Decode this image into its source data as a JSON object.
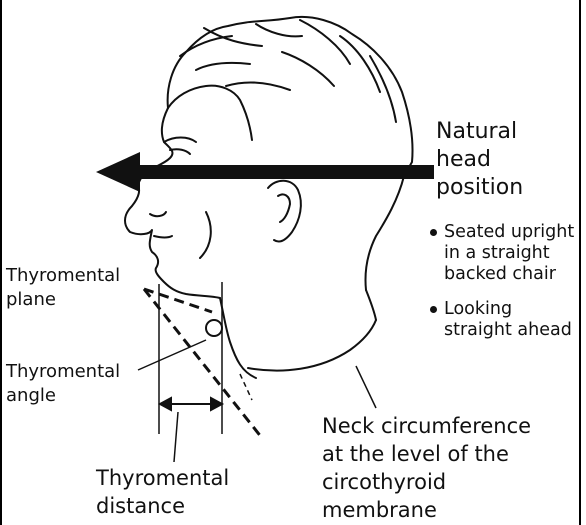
{
  "diagram": {
    "natural_head_position": [
      "Natural",
      "head",
      "position"
    ],
    "notes": [
      {
        "lines": [
          "Seated upright",
          "in a straight",
          "backed chair"
        ]
      },
      {
        "lines": [
          "Looking",
          "straight ahead"
        ]
      }
    ],
    "thyromental_plane": [
      "Thyromental",
      "plane"
    ],
    "thyromental_angle": [
      "Thyromental",
      "angle"
    ],
    "neck_circumference": [
      "Neck circumference",
      "at the level of the",
      "circothyroid",
      "membrane"
    ],
    "thyromental_distance": [
      "Thyromental",
      "distance"
    ]
  },
  "colors": {
    "ink": "#111111",
    "background": "#ffffff"
  },
  "icons": {
    "illustration": "head-profile-illustration",
    "arrow": "arrow-left-icon"
  }
}
